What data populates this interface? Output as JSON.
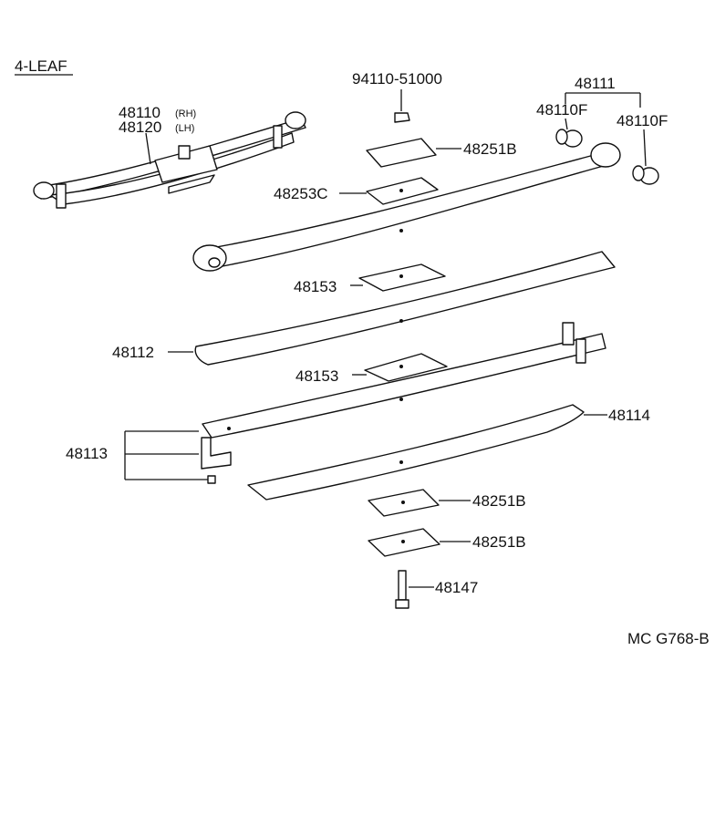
{
  "title": "4-LEAF",
  "code": "MC G768-B",
  "labels": {
    "spring_rh": "48110",
    "spring_rh_suffix": "(RH)",
    "spring_lh": "48120",
    "spring_lh_suffix": "(LH)",
    "nut": "94110-51000",
    "main_leaf": "48111",
    "bushing_a": "48110F",
    "bushing_b": "48110F",
    "seat_top": "48251B",
    "seat_c": "48253C",
    "pad_1": "48153",
    "leaf_2": "48112",
    "pad_2": "48153",
    "leaf_3": "48113",
    "leaf_4": "48114",
    "seat_b1": "48251B",
    "seat_b2": "48251B",
    "bolt": "48147"
  }
}
